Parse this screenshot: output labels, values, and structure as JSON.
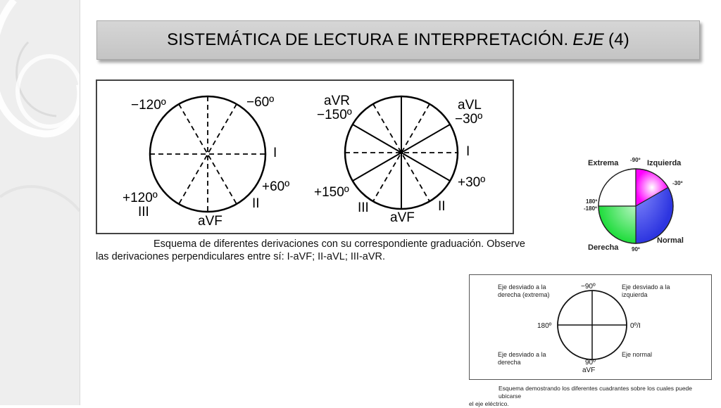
{
  "title": {
    "main": "SISTEMÁTICA DE LECTURA E INTERPRETACIÓN.",
    "emphasis": "EJE",
    "number": "(4)"
  },
  "figure_main": {
    "left_circle": {
      "top_left": "−120º",
      "top_right": "−60º",
      "right": "I",
      "bottom_right_deg": "+60º",
      "bottom_right_lead": "II",
      "bottom_left_deg": "+120º",
      "bottom_left_lead": "III",
      "bottom": "aVF"
    },
    "right_circle": {
      "top_left_lead": "aVR",
      "top_left_deg": "−150º",
      "top_right_lead": "aVL",
      "top_right_deg": "−30º",
      "right": "I",
      "bottom_right_deg": "+30º",
      "bottom_left_deg": "+150º",
      "bottom_left_lead": "III",
      "bottom_right_lead": "II",
      "bottom": "aVF"
    },
    "caption_line1": "Esquema de diferentes derivaciones con su correspondiente graduación. Observe",
    "caption_line2": "las derivaciones perpendiculares entre sí: I-aVF; II-aVL; III-aVR."
  },
  "figure_color": {
    "extrema": "Extrema",
    "izquierda": "Izquierda",
    "derecha": "Derecha",
    "normal": "Normal",
    "top_deg": "-90º",
    "minus30": "-30º",
    "left_deg_1": "180º",
    "left_deg_2": "-180º",
    "bottom_deg": "90º",
    "colors": {
      "extrema": "#ffffff",
      "izquierda": "#ff00ff",
      "derecha": "#1ddc3a",
      "normal": "#2d35e0"
    }
  },
  "figure_quad": {
    "top_left_text": "Eje desviado a la derecha (extrema)",
    "top_right_text": "Eje desviado a la izquierda",
    "bottom_left_text": "Eje desviado a la derecha",
    "bottom_right_text": "Eje normal",
    "top_label": "−90º",
    "left_label": "180º",
    "right_label": "0º/I",
    "bottom_label_1": "90º",
    "bottom_label_2": "aVF",
    "caption_line1": "Esquema demostrando los diferentes cuadrantes sobre los cuales puede ubicarse",
    "caption_line2": "el eje eléctrico."
  }
}
